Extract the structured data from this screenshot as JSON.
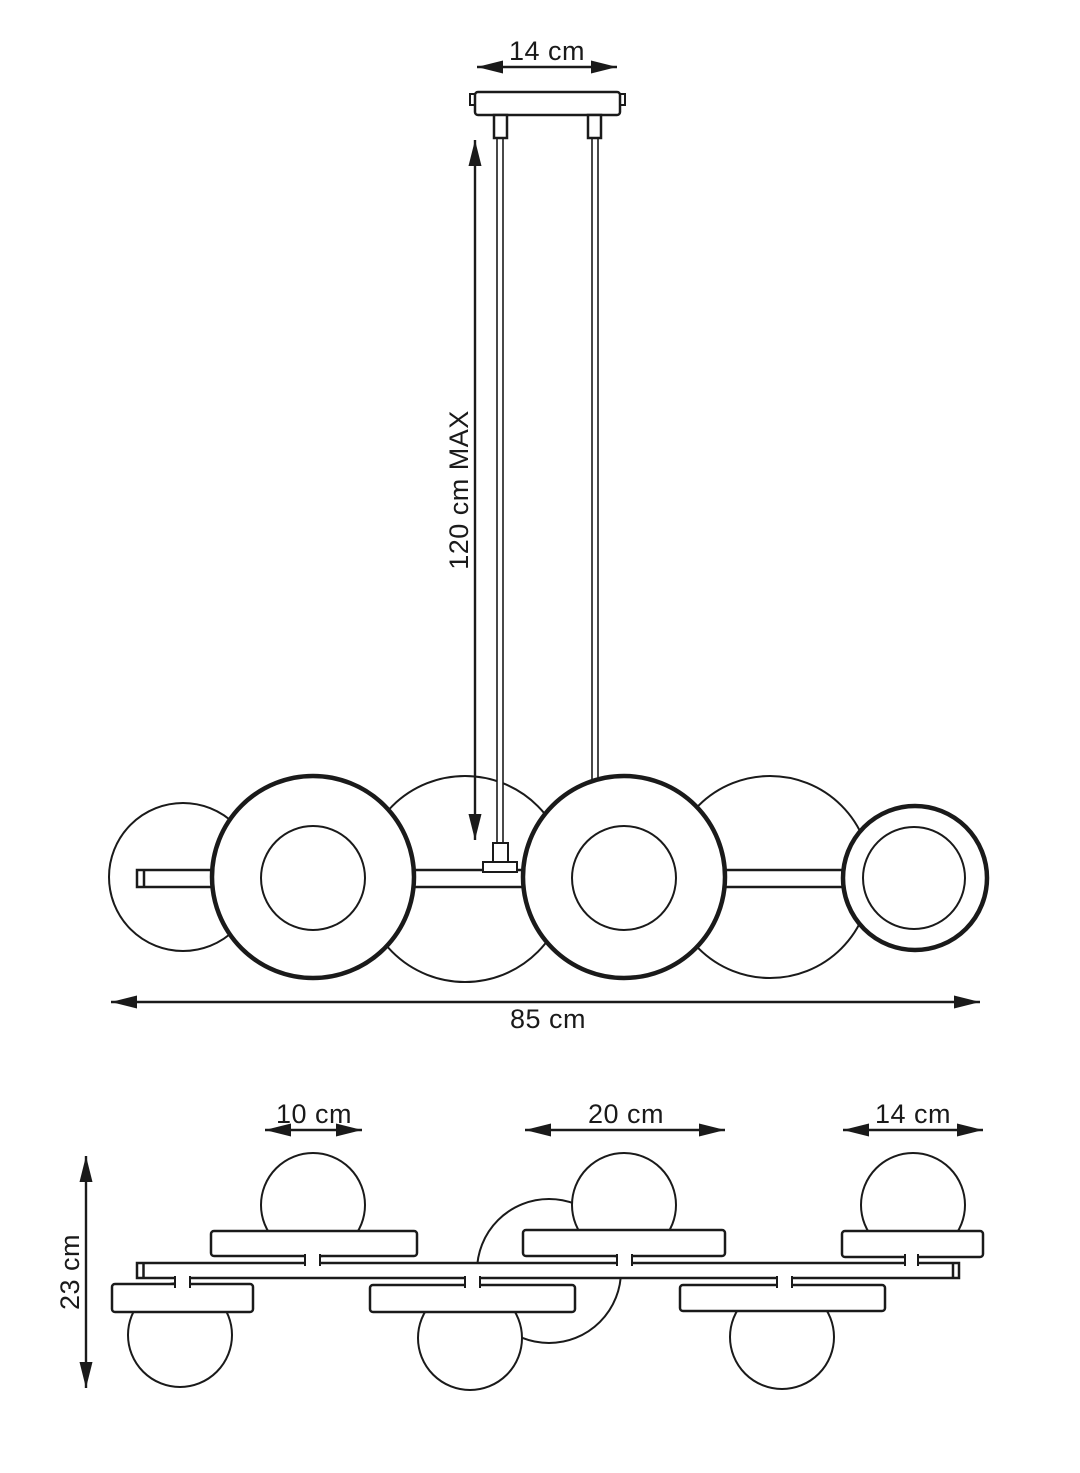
{
  "colors": {
    "background": "#ffffff",
    "line": "#1a1a1a"
  },
  "top_view": {
    "canopy_width_label": "14 cm",
    "drop_height_label": "120 cm MAX",
    "total_width_label": "85 cm"
  },
  "side_view": {
    "small_disc_label": "10 cm",
    "large_disc_label": "20 cm",
    "medium_disc_label": "14 cm",
    "height_label": "23 cm"
  }
}
